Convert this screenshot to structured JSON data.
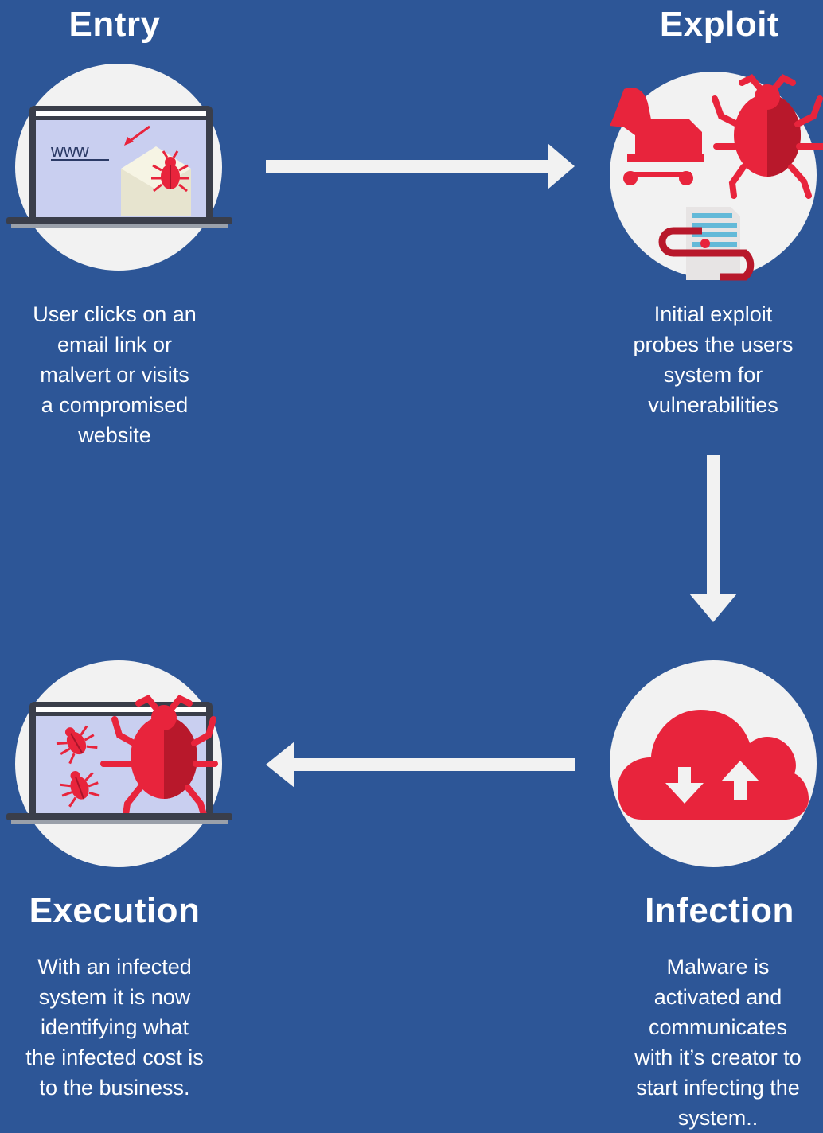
{
  "steps": {
    "entry": {
      "title": "Entry",
      "description": "User clicks on an\nemail link or\nmalvert or visits\na compromised\nwebsite",
      "screen_text": "www"
    },
    "exploit": {
      "title": "Exploit",
      "description": "Initial exploit\nprobes the users\nsystem for\nvulnerabilities"
    },
    "infection": {
      "title": "Infection",
      "description": "Malware is\nactivated and\ncommunicates\nwith it’s creator to\nstart infecting the\nsystem.."
    },
    "execution": {
      "title": "Execution",
      "description": "With an infected\nsystem it is now\nidentifying what\nthe infected cost  is\nto the business."
    }
  },
  "colors": {
    "background": "#2d5697",
    "accent": "#e8243c",
    "circle": "#f2f2f2",
    "arrow": "#f2f2f2"
  },
  "icons": {
    "entry": "laptop-email-bug-icon",
    "exploit": "trojan-horse-bug-worm-icon",
    "infection": "cloud-download-upload-icon",
    "execution": "laptop-infected-bugs-icon"
  }
}
